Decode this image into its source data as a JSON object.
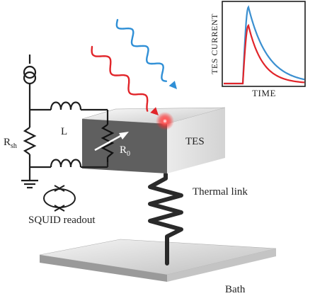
{
  "labels": {
    "r_shunt_main": "R",
    "r_shunt_sub": "sh",
    "inductor": "L",
    "r_tes_main": "R",
    "r_tes_sub": "0",
    "tes": "TES",
    "thermal_link": "Thermal link",
    "squid_readout": "SQUID readout",
    "bath": "Bath"
  },
  "inset": {
    "ylabel": "TES CURRENT",
    "xlabel": "TIME",
    "series": [
      {
        "color": "#3a8fd0"
      },
      {
        "color": "#e1252a"
      }
    ]
  },
  "colors": {
    "photon_red": "#e1252a",
    "photon_blue": "#2f8fd6",
    "tes_dark": "#5e5e5e",
    "circuit": "#1e1e1e",
    "spring": "#2a2a2a"
  }
}
